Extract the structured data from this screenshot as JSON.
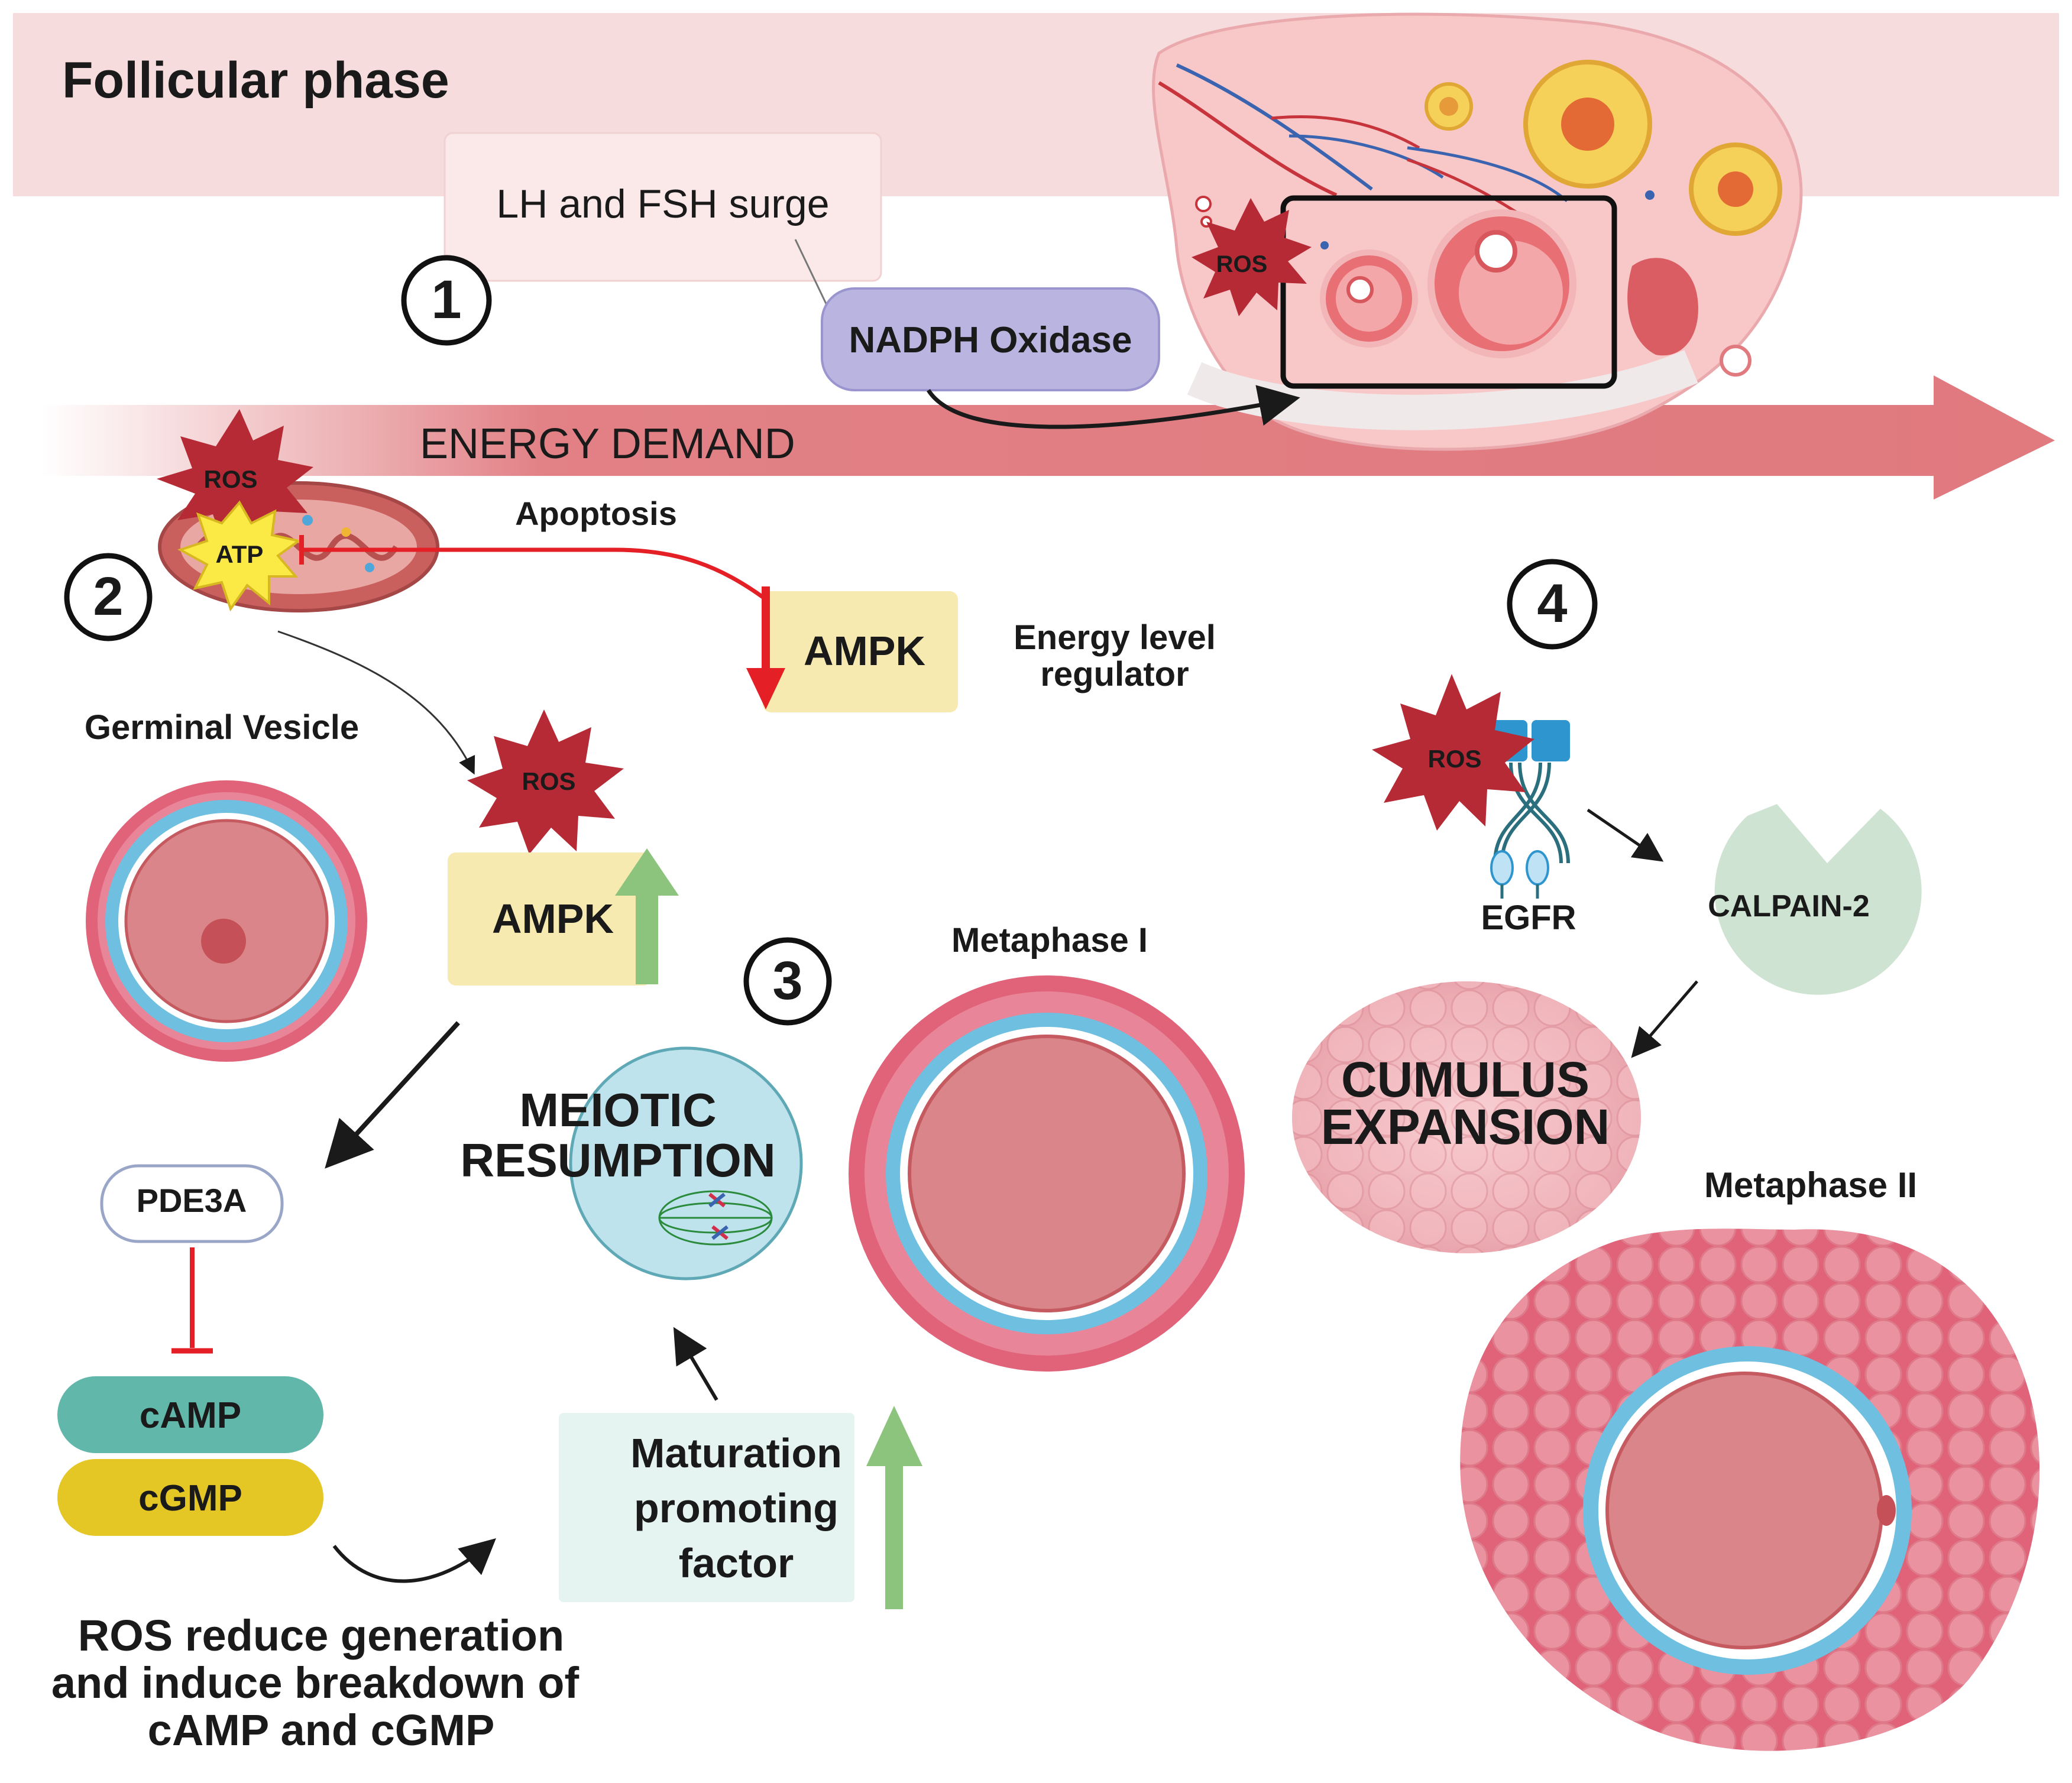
{
  "header": {
    "title": "Follicular phase"
  },
  "hormone_box": {
    "label": "LH and FSH surge"
  },
  "enzyme": {
    "label": "NADPH Oxidase"
  },
  "energy_arrow": {
    "label": "ENERGY DEMAND"
  },
  "steps": {
    "one": "1",
    "two": "2",
    "three": "3",
    "four": "4"
  },
  "ros": {
    "label": "ROS"
  },
  "atp": {
    "label": "ATP"
  },
  "apoptosis": {
    "label": "Apoptosis"
  },
  "ampk_down": {
    "label": "AMPK"
  },
  "energy_regulator": {
    "line1": "Energy level",
    "line2": "regulator"
  },
  "ampk_up": {
    "label": "AMPK"
  },
  "germinal_vesicle": {
    "label": "Germinal Vesicle"
  },
  "pde3a": {
    "label": "PDE3A"
  },
  "camp": {
    "label": "cAMP"
  },
  "cgmp": {
    "label": "cGMP"
  },
  "ros_note": {
    "line1": "ROS reduce generation",
    "line2": "and induce breakdown of",
    "line3": "cAMP and cGMP"
  },
  "meiotic": {
    "line1": "MEIOTIC",
    "line2": "RESUMPTION"
  },
  "mpf": {
    "line1": "Maturation",
    "line2": "promoting",
    "line3": "factor"
  },
  "metaphase1": {
    "label": "Metaphase I"
  },
  "egfr": {
    "label": "EGFR"
  },
  "calpain": {
    "label": "CALPAIN-2"
  },
  "cumulus": {
    "line1": "CUMULUS",
    "line2": "EXPANSION"
  },
  "metaphase2": {
    "label": "Metaphase II"
  },
  "colors": {
    "header_band": "#f6dcdc",
    "energy_arrow": "#e07a7f",
    "ros_star": "#b52a35",
    "atp_star": "#fbe945",
    "ampk_box": "#f6eab0",
    "inhibit_red": "#e41f26",
    "up_green": "#8cc47d",
    "nadph": "#b9b5e0",
    "camp": "#62b7ab",
    "cgmp": "#e4c725",
    "mpf_box": "#e6f4f1",
    "calpain": "#cfe3d2",
    "egfr": "#2f95cf",
    "zona": "#6fbfe0",
    "cumulus_cell": "#e0637a",
    "ooplasm": "#d98589"
  }
}
